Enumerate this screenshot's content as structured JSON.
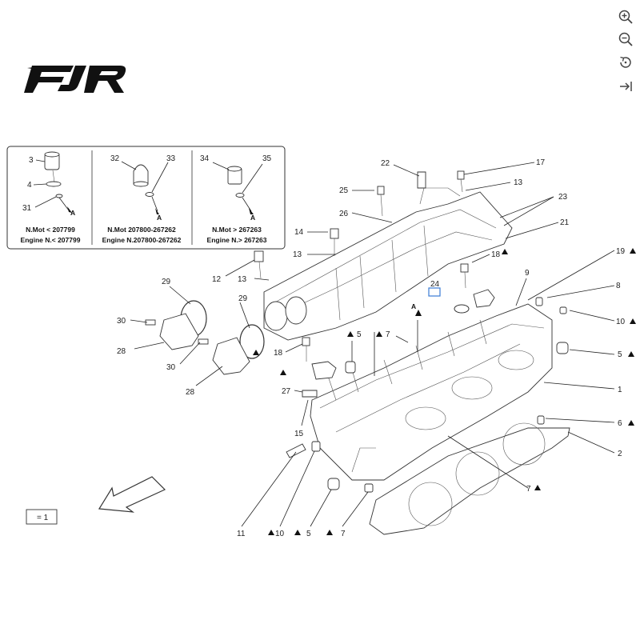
{
  "toolbar": {
    "zoom_in": "zoom-in-icon",
    "zoom_out": "zoom-out-icon",
    "reset": "reset-icon",
    "fit": "fit-icon"
  },
  "logo": {
    "text": "FJR"
  },
  "inset": {
    "panels": [
      {
        "labels": [
          "3",
          "4",
          "31"
        ],
        "arrow": "A",
        "line1": "N.Mot < 207799",
        "line2": "Engine N.< 207799"
      },
      {
        "labels": [
          "32",
          "33"
        ],
        "arrow": "A",
        "line1": "N.Mot 207800-267262",
        "line2": "Engine N.207800-267262"
      },
      {
        "labels": [
          "34",
          "35"
        ],
        "arrow": "A",
        "line1": "N.Mot > 267263",
        "line2": "Engine N.> 267263"
      }
    ]
  },
  "callouts": {
    "c22": "22",
    "c17": "17",
    "c13a": "13",
    "c25": "25",
    "c23": "23",
    "c26": "26",
    "c21": "21",
    "c14": "14",
    "c13b": "13",
    "c18a": "18",
    "c19": "19",
    "c12": "12",
    "c13c": "13",
    "c9": "9",
    "c8": "8",
    "c24": "24",
    "cA": "A",
    "c29a": "29",
    "c29b": "29",
    "c10a": "10",
    "c30a": "30",
    "c5a": "5",
    "c7a": "7",
    "c28a": "28",
    "c18b": "18",
    "c5b": "5",
    "c30b": "30",
    "c1": "1",
    "c27": "27",
    "c28b": "28",
    "c6": "6",
    "c15": "15",
    "c2": "2",
    "c7b": "7",
    "c11": "11",
    "c10b": "10",
    "c5c": "5",
    "c7c": "7"
  },
  "legend": {
    "text": "= 1"
  }
}
